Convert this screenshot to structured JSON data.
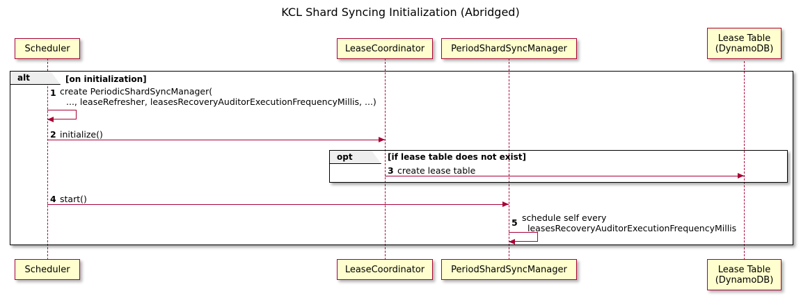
{
  "diagram": {
    "title": "KCL Shard Syncing Initialization (Abridged)",
    "type": "sequence-diagram"
  },
  "participants": [
    {
      "id": "scheduler",
      "name": "Scheduler",
      "line2": ""
    },
    {
      "id": "leasecoord",
      "name": "LeaseCoordinator",
      "line2": ""
    },
    {
      "id": "pssm",
      "name": "PeriodShardSyncManager",
      "line2": ""
    },
    {
      "id": "leasetable",
      "name": "Lease Table",
      "line2": "(DynamoDB)"
    }
  ],
  "frames": [
    {
      "id": "alt-frame",
      "keyword": "alt",
      "condition": "[on initialization]"
    },
    {
      "id": "opt-frame",
      "keyword": "opt",
      "condition": "[if lease table does not exist]"
    }
  ],
  "messages": [
    {
      "number": "1",
      "from": "scheduler",
      "to": "scheduler",
      "self": true,
      "line1": "create PeriodicShardSyncManager(",
      "line2": "..., leaseRefresher, leasesRecoveryAuditorExecutionFrequencyMillis, ...)"
    },
    {
      "number": "2",
      "from": "scheduler",
      "to": "leasecoord",
      "self": false,
      "line1": "initialize()",
      "line2": ""
    },
    {
      "number": "3",
      "from": "leasecoord",
      "to": "leasetable",
      "self": false,
      "line1": "create lease table",
      "line2": ""
    },
    {
      "number": "4",
      "from": "scheduler",
      "to": "pssm",
      "self": false,
      "line1": "start()",
      "line2": ""
    },
    {
      "number": "5",
      "from": "pssm",
      "to": "pssm",
      "self": true,
      "line1": "schedule self every",
      "line2": "leasesRecoveryAuditorExecutionFrequencyMillis"
    }
  ],
  "colors": {
    "participant_fill": "#FEFECE",
    "participant_border": "#A80036",
    "arrow": "#A80036",
    "frame_border": "#000000",
    "frame_tab_fill": "#EEEEEE",
    "background": "#FFFFFF"
  }
}
